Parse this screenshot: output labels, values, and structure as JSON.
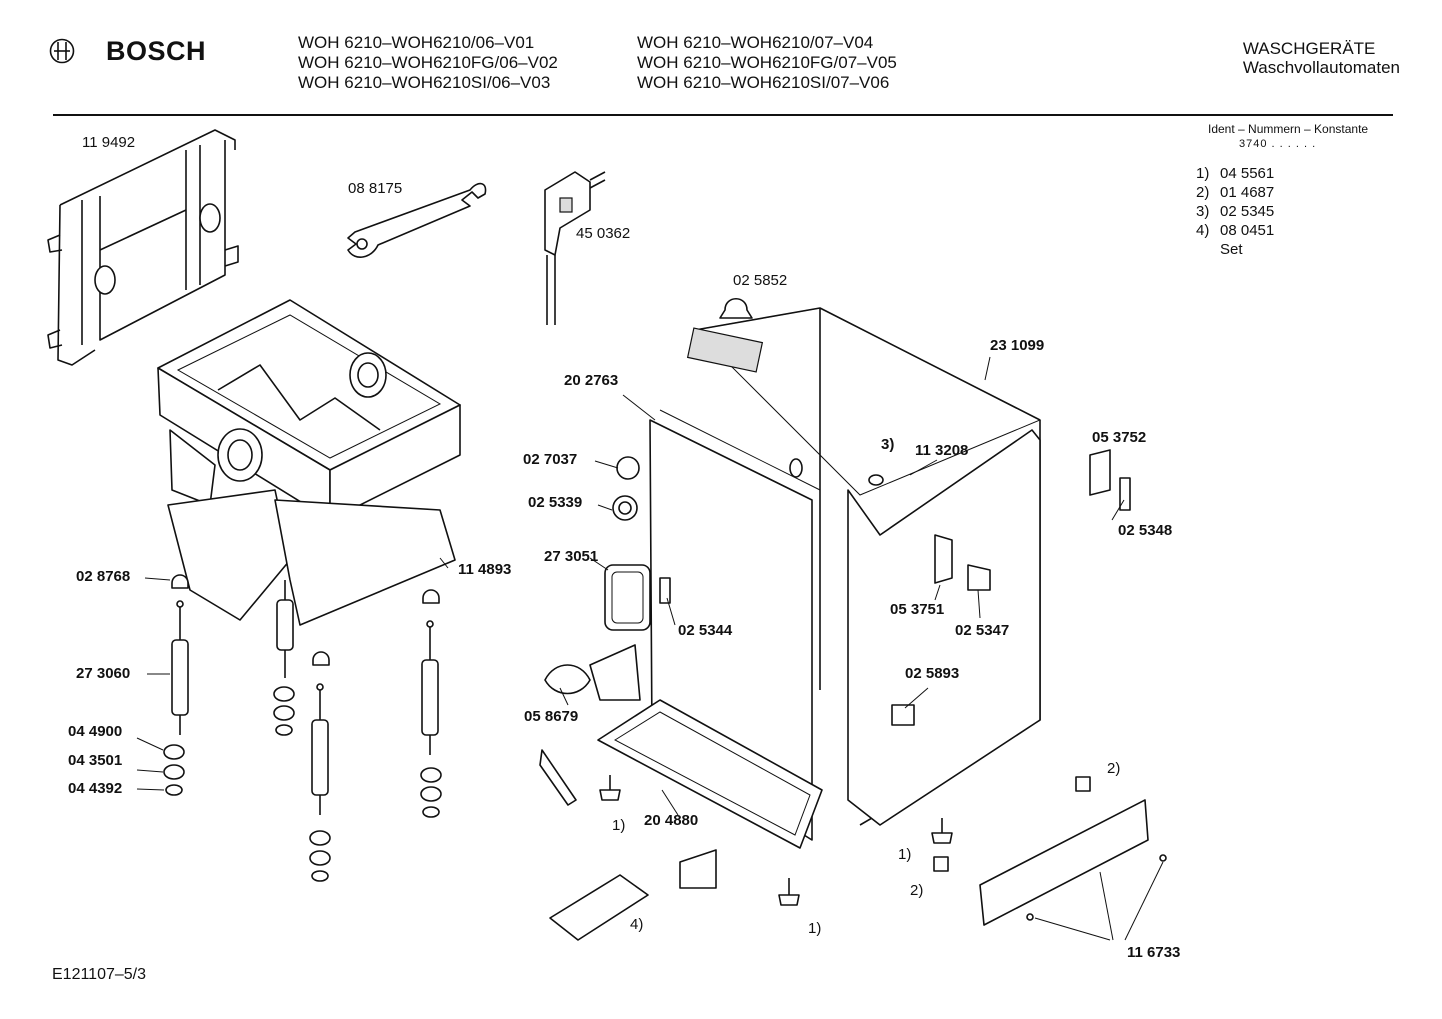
{
  "header": {
    "brand": "BOSCH",
    "models_left": [
      "WOH 6210–WOH6210/06–V01",
      "WOH 6210–WOH6210FG/06–V02",
      "WOH 6210–WOH6210SI/06–V03"
    ],
    "models_right": [
      "WOH 6210–WOH6210/07–V04",
      "WOH 6210–WOH6210FG/07–V05",
      "WOH 6210–WOH6210SI/07–V06"
    ],
    "category": "WASCHGERÄTE",
    "subcategory": "Waschvollautomaten"
  },
  "ident": {
    "title": "Ident – Nummern – Konstante",
    "constant": "3740 . . . . . .",
    "items": [
      {
        "key": "1)",
        "value": "04 5561"
      },
      {
        "key": "2)",
        "value": "01 4687"
      },
      {
        "key": "3)",
        "value": "02 5345"
      },
      {
        "key": "4)",
        "value": "08 0451"
      },
      {
        "key": "",
        "value": "Set"
      }
    ]
  },
  "parts": {
    "p119492": "11 9492",
    "p088175": "08 8175",
    "p450362": "45 0362",
    "p025852": "02 5852",
    "p231099": "23 1099",
    "p202763": "20 2763",
    "p027037": "02 7037",
    "p025339": "02 5339",
    "p273051": "27 3051",
    "p028768": "02 8768",
    "p114893": "11 4893",
    "p273060": "27 3060",
    "p044900": "04 4900",
    "p043501": "04 3501",
    "p044392": "04 4392",
    "p025344": "02 5344",
    "p058679": "05 8679",
    "p204880": "20 4880",
    "ref3": "3)",
    "p113208": "11 3208",
    "p053752": "05 3752",
    "p025348": "02 5348",
    "p053751": "05 3751",
    "p025347": "02 5347",
    "p025893": "02 5893",
    "ref2a": "2)",
    "ref1a": "1)",
    "ref1b": "1)",
    "ref2b": "2)",
    "ref1c": "1)",
    "ref4": "4)",
    "p116733": "11 6733"
  },
  "footer": {
    "code": "E121107–5/3"
  }
}
